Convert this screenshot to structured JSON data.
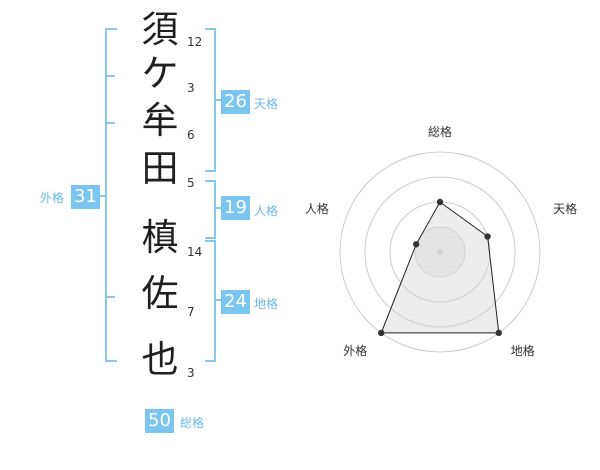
{
  "name": {
    "characters": [
      {
        "char": "須",
        "strokes": "12"
      },
      {
        "char": "ケ",
        "strokes": "3"
      },
      {
        "char": "牟",
        "strokes": "6"
      },
      {
        "char": "田",
        "strokes": "5"
      },
      {
        "char": "槙",
        "strokes": "14"
      },
      {
        "char": "佐",
        "strokes": "7"
      },
      {
        "char": "也",
        "strokes": "3"
      }
    ]
  },
  "fortunes": {
    "tenkaku": {
      "value": "26",
      "label": "天格"
    },
    "jinkaku": {
      "value": "19",
      "label": "人格"
    },
    "chikaku": {
      "value": "24",
      "label": "地格"
    },
    "gaikaku": {
      "value": "31",
      "label": "外格"
    },
    "soukaku": {
      "value": "50",
      "label": "総格"
    }
  },
  "colors": {
    "accent": "#7ac6f0",
    "bracket": "#88c8ef",
    "accent_text": "#6cb9e6",
    "radar_fill": "#eeeeee",
    "radar_ring": "#cccccc"
  },
  "chart_data": {
    "type": "radar",
    "axes": [
      "総格",
      "天格",
      "地格",
      "外格",
      "人格"
    ],
    "levels": 4,
    "values": [
      2,
      2,
      4,
      4,
      1
    ],
    "max": 4
  }
}
